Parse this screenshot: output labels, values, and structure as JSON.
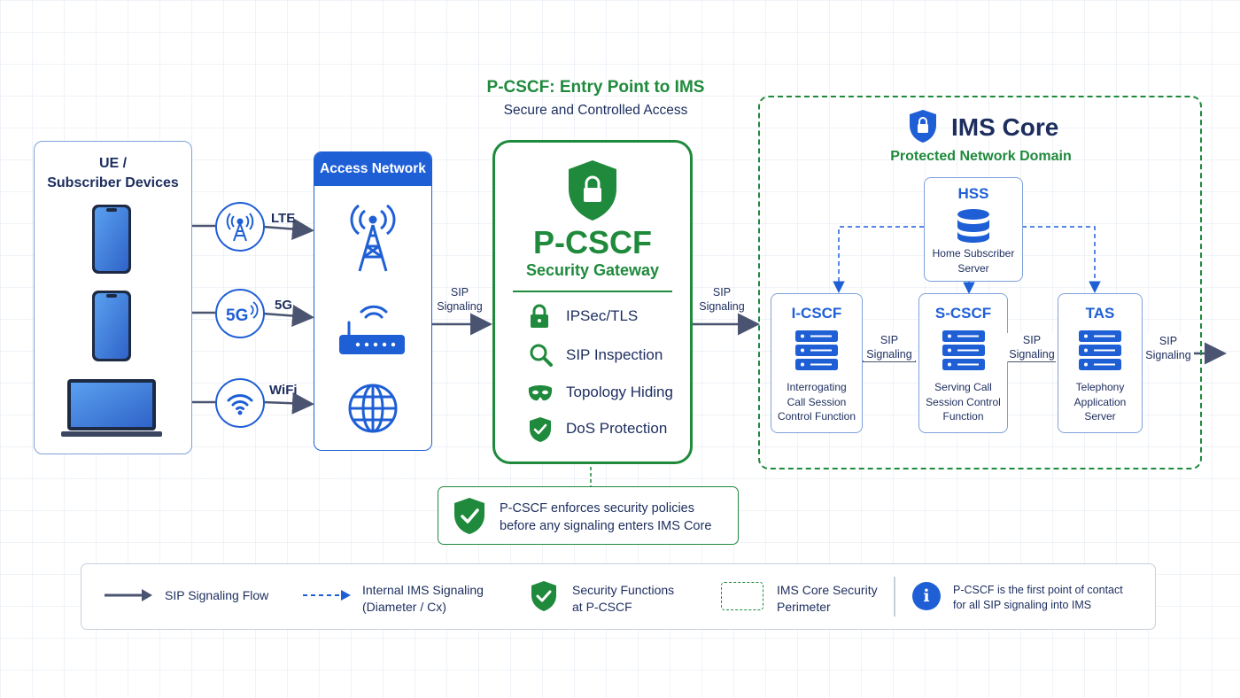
{
  "header": {
    "title": "P-CSCF: Entry Point to IMS",
    "subtitle": "Secure and Controlled Access"
  },
  "ue": {
    "title_line1": "UE /",
    "title_line2": "Subscriber Devices"
  },
  "links": [
    "LTE",
    "5G",
    "WiFi"
  ],
  "access": {
    "title": "Access Network"
  },
  "sip_label": {
    "line1": "SIP",
    "line2": "Signaling"
  },
  "pcscf": {
    "title": "P-CSCF",
    "subtitle": "Security Gateway",
    "features": [
      {
        "label": "IPSec/TLS",
        "icon": "lock-icon"
      },
      {
        "label": "SIP Inspection",
        "icon": "magnifier-icon"
      },
      {
        "label": "Topology Hiding",
        "icon": "mask-icon"
      },
      {
        "label": "DoS Protection",
        "icon": "shield-check-icon"
      }
    ],
    "note_line1": "P-CSCF enforces security policies",
    "note_line2": "before any signaling enters IMS Core"
  },
  "ims": {
    "title": "IMS Core",
    "subtitle": "Protected Network Domain",
    "hss": {
      "title": "HSS",
      "desc_line1": "Home Subscriber",
      "desc_line2": "Server"
    },
    "nodes": [
      {
        "title": "I-CSCF",
        "desc": [
          "Interrogating",
          "Call Session",
          "Control Function"
        ]
      },
      {
        "title": "S-CSCF",
        "desc": [
          "Serving Call",
          "Session Control",
          "Function"
        ]
      },
      {
        "title": "TAS",
        "desc": [
          "Telephony",
          "Application",
          "Server"
        ]
      }
    ]
  },
  "legend": {
    "sip_flow": "SIP Signaling Flow",
    "internal_line1": "Internal IMS Signaling",
    "internal_line2": "(Diameter / Cx)",
    "security_line1": "Security Functions",
    "security_line2": "at P-CSCF",
    "perimeter_line1": "IMS Core Security",
    "perimeter_line2": "Perimeter",
    "info_line1": "P-CSCF is the first point of contact",
    "info_line2": "for all SIP signaling into IMS"
  },
  "colors": {
    "green": "#1f8a3c",
    "blue": "#1f5fd6",
    "navy": "#1c2d5e",
    "arrow": "#4a5470"
  }
}
